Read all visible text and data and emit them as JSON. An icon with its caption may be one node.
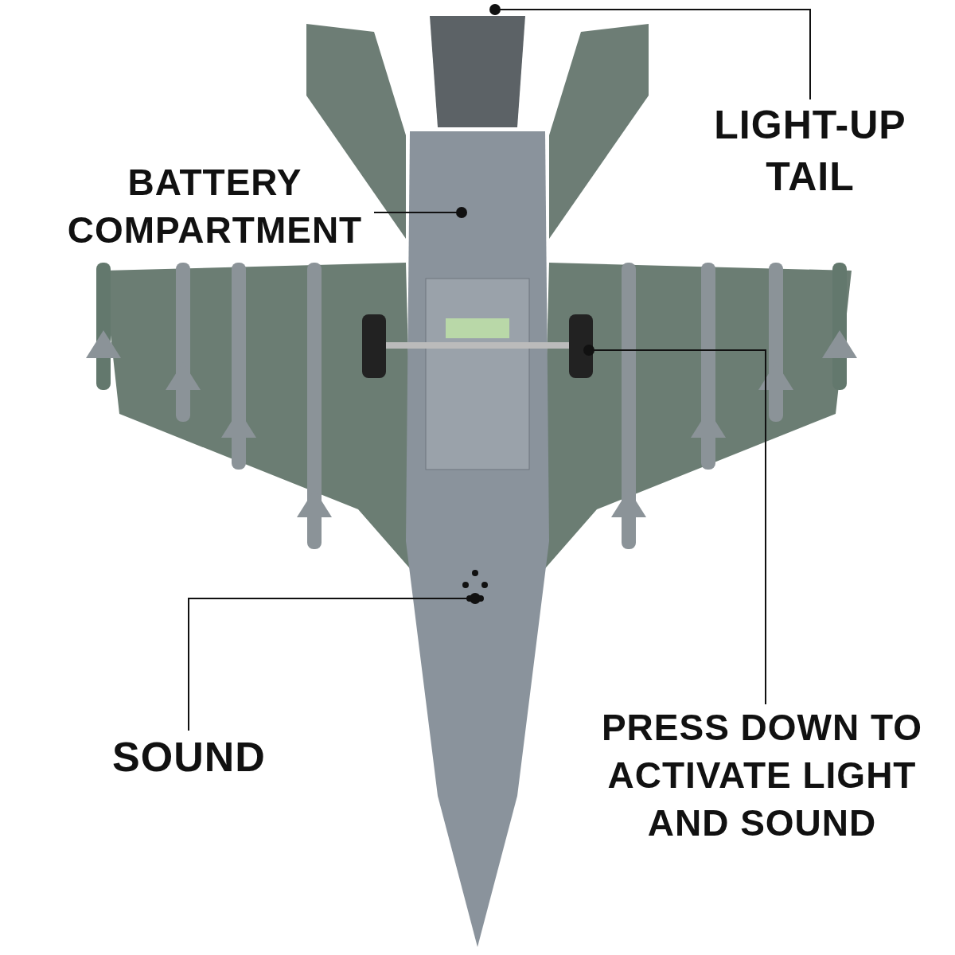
{
  "diagram": {
    "nodes": [
      {
        "text": [
          "LIGHT-UP TAIL"
        ]
      },
      {
        "text": [
          "BATTERY COMPARTMENT"
        ]
      },
      {
        "text": [
          "PRESS DOWN TO ACTIVATE LIGHT AND SOUND"
        ]
      },
      {
        "text": [
          "SOUND"
        ]
      }
    ],
    "edges": [
      {
        "from": 0,
        "to": null,
        "arrow": "other"
      },
      {
        "from": 1,
        "to": null,
        "arrow": "other"
      },
      {
        "from": 2,
        "to": null,
        "arrow": "other"
      },
      {
        "from": 3,
        "to": null,
        "arrow": "other"
      }
    ]
  }
}
